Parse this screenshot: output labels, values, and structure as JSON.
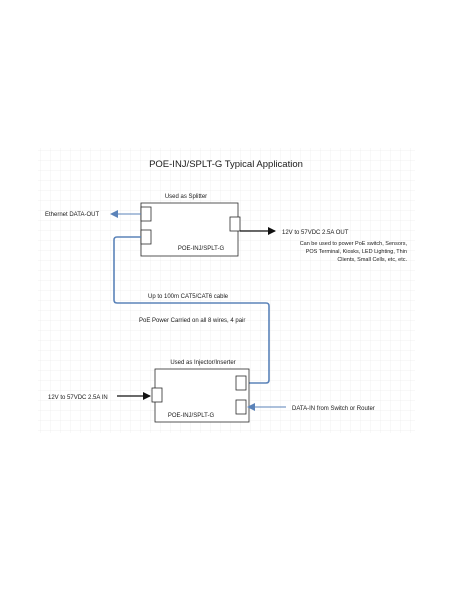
{
  "title": "POE-INJ/SPLT-G Typical Application",
  "splitter": {
    "caption": "Used as Splitter",
    "label": "POE-INJ/SPLT-G",
    "left_output": "Ethernet DATA-OUT",
    "right_output": "12V to 57VDC 2.5A OUT",
    "usage_note": [
      "Can be used to power PoE switch, Sensors,",
      "POS Terminal, Kiosks, LED Lighting, Thin",
      "Clients, Small Cells, etc, etc."
    ]
  },
  "cable": {
    "label": "Up to 100m CAT5/CAT6 cable",
    "power_note": "PoE Power Carried on all 8 wires, 4 pair"
  },
  "injector": {
    "caption": "Used as Injector/Inserter",
    "label": "POE-INJ/SPLT-G",
    "left_input": "12V to 57VDC 2.5A IN",
    "right_input": "DATA-IN from Switch or Router"
  },
  "colors": {
    "grid": "#e6e6e6",
    "box_stroke": "#2b2b2b",
    "cable": "#5b83b9",
    "arrow": "#111111"
  }
}
